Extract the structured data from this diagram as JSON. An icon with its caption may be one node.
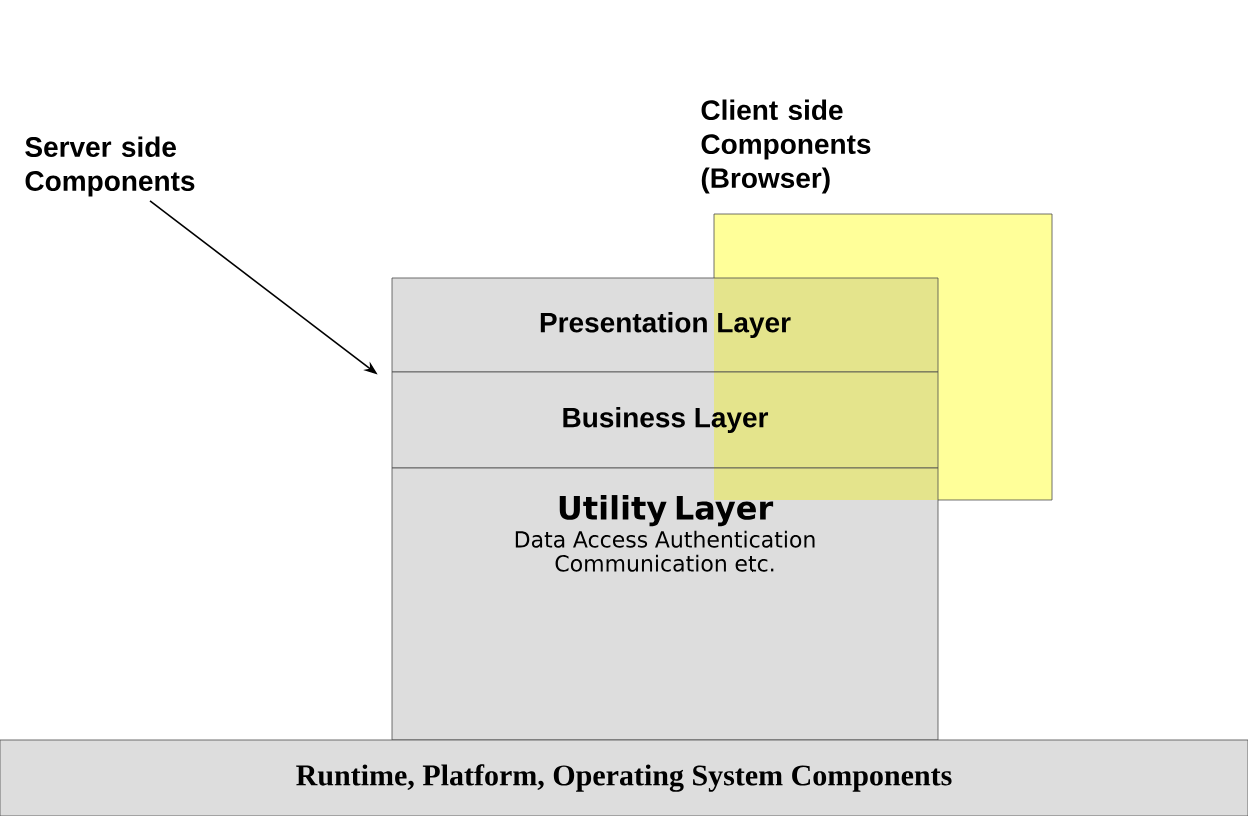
{
  "diagram": {
    "nodes": [
      {
        "text": [
          "Server side Components"
        ]
      },
      {
        "text": [
          "Presentation Layer"
        ]
      },
      {
        "text": [
          "Business Layer"
        ]
      },
      {
        "text": [
          "Utility Layer",
          "Data Access Authentication Communication etc."
        ]
      },
      {
        "text": [
          "Runtime, Platform, Operating System Components"
        ]
      },
      {
        "text": [
          "Client side Components (Browser)"
        ]
      }
    ],
    "edges": [
      {
        "from": 0,
        "to": 1,
        "arrow": "to"
      }
    ]
  }
}
